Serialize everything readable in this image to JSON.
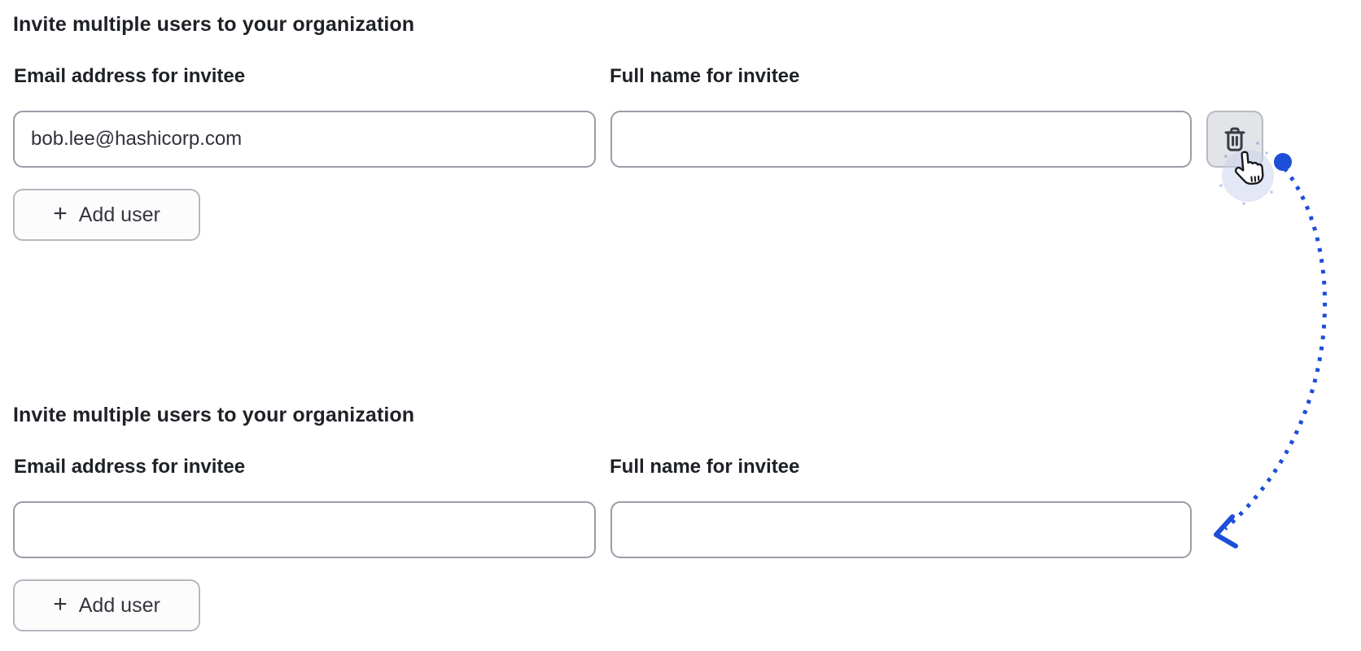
{
  "colors": {
    "accent_blue": "#1d4ed8",
    "text_primary": "#1e2126",
    "input_border": "#999da7",
    "button_border": "#b5b8bf",
    "button_bg": "#fcfcfd",
    "delete_button_bg": "#e3e4e8",
    "delete_button_border": "#b8bac1",
    "halo": "#c9cfee"
  },
  "sections": [
    {
      "heading": "Invite multiple users to your organization",
      "email_label": "Email address for invitee",
      "name_label": "Full name for invitee",
      "email_value": "bob.lee@hashicorp.com",
      "name_value": "",
      "add_user_label": "Add user"
    },
    {
      "heading": "Invite multiple users to your organization",
      "email_label": "Email address for invitee",
      "name_label": "Full name for invitee",
      "email_value": "",
      "name_value": "",
      "add_user_label": "Add user"
    }
  ],
  "icons": {
    "plus_glyph": "+",
    "delete": "trash-icon",
    "cursor": "hand-pointer-cursor"
  }
}
